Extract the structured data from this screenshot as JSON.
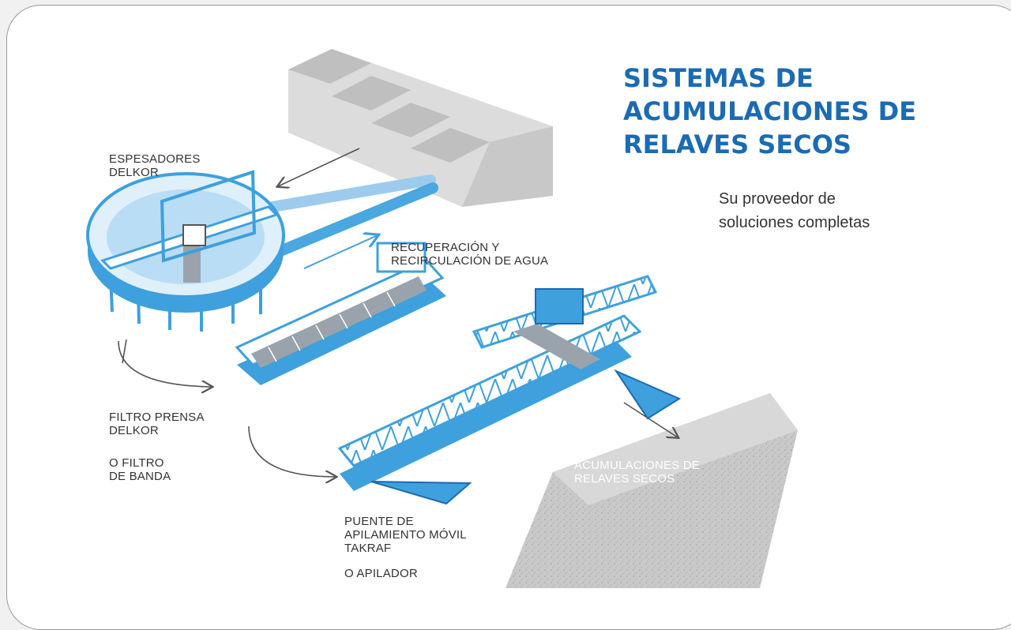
{
  "title": {
    "line1": "SISTEMAS DE",
    "line2": "ACUMULACIONES DE",
    "line3": "RELAVES SECOS"
  },
  "tagline": {
    "line1": "Su proveedor de",
    "line2": "soluciones completas"
  },
  "labels": {
    "thickener": {
      "line1": "ESPESADORES",
      "line2": "DELKOR"
    },
    "water": {
      "line1": "RECUPERACIÓN Y",
      "line2": "RECIRCULACIÓN DE AGUA"
    },
    "filter_press": {
      "line1": "FILTRO PRENSA",
      "line2": "DELKOR"
    },
    "belt_filter": {
      "line1": "O FILTRO",
      "line2": "DE BANDA"
    },
    "tailings": {
      "line1": "ACUMULACIONES DE",
      "line2": "RELAVES SECOS"
    },
    "bridge": {
      "line1": "PUENTE DE",
      "line2": "APILAMIENTO MÓVIL",
      "line3": "TAKRAF"
    },
    "stacker": {
      "line1": "O APILADOR"
    }
  },
  "colors": {
    "title_blue": "#1b6bb3",
    "equipment_blue": "#3ea0dd",
    "concrete_gray": "#cfcfcf",
    "text_gray": "#333333"
  }
}
